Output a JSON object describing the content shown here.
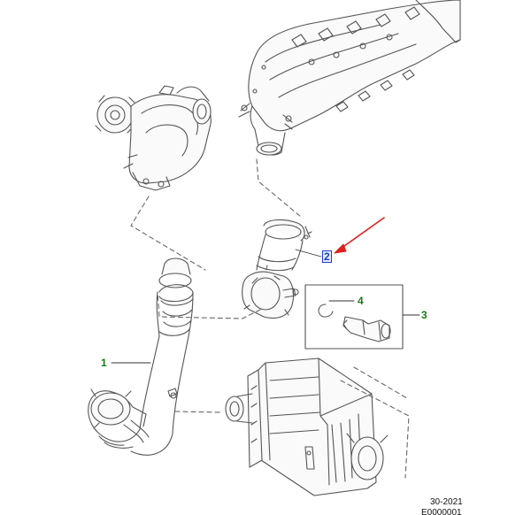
{
  "callouts": {
    "c1": "1",
    "c2": "2",
    "c3": "3",
    "c4": "4"
  },
  "footer": {
    "date_code": "30-2021",
    "ref_code": "E0000001"
  },
  "colors": {
    "line": "#555555",
    "callout_green": "#1a7a1a",
    "highlight_blue": "#1a3fcf",
    "arrow_red": "#e02020"
  },
  "icons": {
    "pointer": "red-arrow-icon"
  }
}
